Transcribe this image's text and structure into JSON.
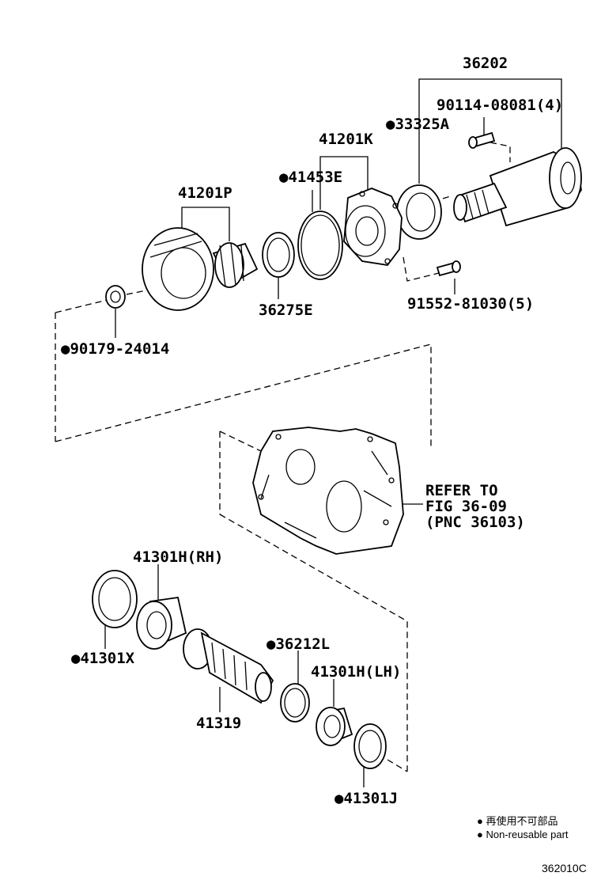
{
  "labels": {
    "p36202": "36202",
    "p90114": "90114-08081(4)",
    "p33325a": "●33325A",
    "p41201k": "41201K",
    "p41453e": "●41453E",
    "p41201p": "41201P",
    "p36275e": "36275E",
    "p91552": "91552-81030(5)",
    "p90179": "●90179-24014",
    "refer1": "REFER TO",
    "refer2": "FIG 36-09",
    "refer3": "(PNC 36103)",
    "p41301h_rh": "41301H(RH)",
    "p41301x": "●41301X",
    "p36212l": "●36212L",
    "p41301h_lh": "41301H(LH)",
    "p41319": "41319",
    "p41301j": "●41301J"
  },
  "legend": {
    "line1": "● 再使用不可部品",
    "line2": "● Non-reusable part"
  },
  "figure_code": "362010C"
}
